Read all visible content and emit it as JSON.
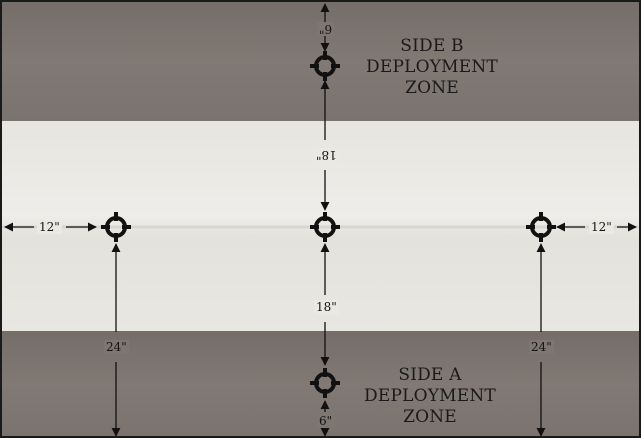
{
  "colors": {
    "deployment_zone": "#7d7671",
    "no_mans_land": "#ebe9e4",
    "frame": "#1a1a1a",
    "marker": "#111111"
  },
  "zones": {
    "side_b": {
      "line1": "SIDE B",
      "line2": "DEPLOYMENT",
      "line3": "ZONE"
    },
    "side_a": {
      "line1": "SIDE A",
      "line2": "DEPLOYMENT",
      "line3": "ZONE"
    }
  },
  "objective_markers": [
    {
      "name": "objective-marker-top",
      "icon": "crosshair-icon"
    },
    {
      "name": "objective-marker-left",
      "icon": "crosshair-icon"
    },
    {
      "name": "objective-marker-center",
      "icon": "crosshair-icon"
    },
    {
      "name": "objective-marker-right",
      "icon": "crosshair-icon"
    },
    {
      "name": "objective-marker-bottom",
      "icon": "crosshair-icon"
    }
  ],
  "measurements": {
    "top_edge": "6\"",
    "top_to_center": "18\"",
    "left_edge": "12\"",
    "right_edge": "12\"",
    "center_to_bottom": "18\"",
    "bottom_edge": "6\"",
    "left_down": "24\"",
    "right_down": "24\""
  }
}
